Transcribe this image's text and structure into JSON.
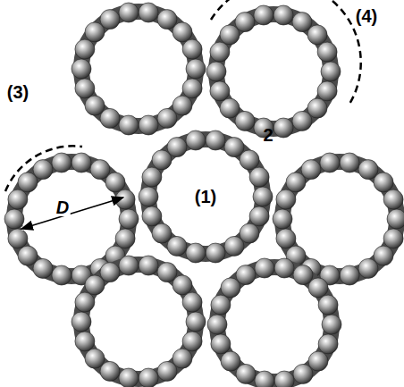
{
  "diagram": {
    "nodes": [
      {
        "text": [
          "(1)"
        ]
      }
    ],
    "labels": [
      "2",
      "(3)",
      "(4)",
      "D"
    ]
  }
}
